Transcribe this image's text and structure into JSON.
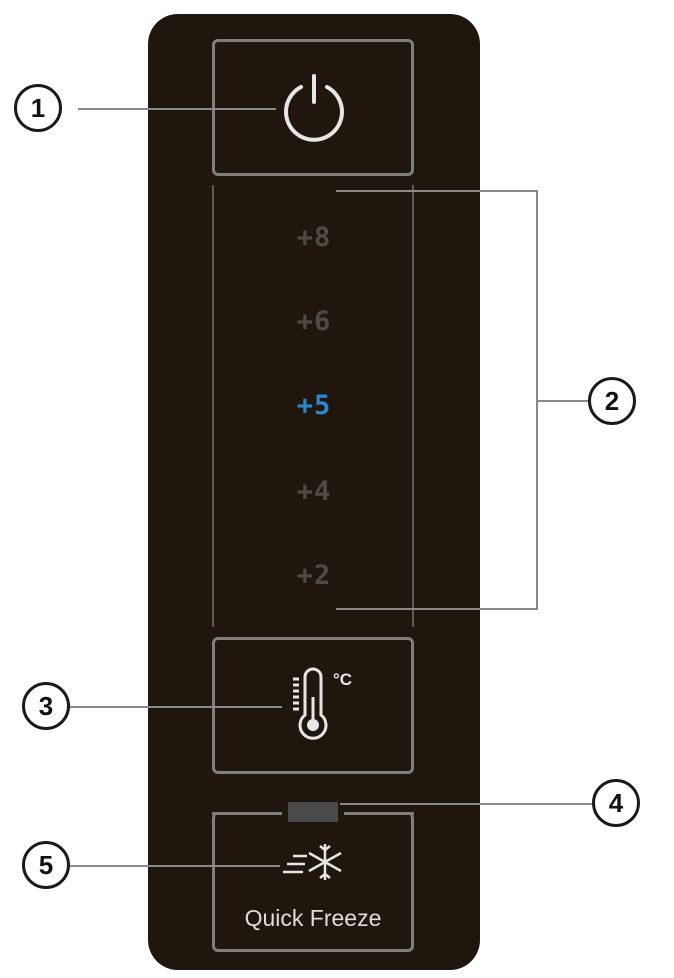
{
  "panel": {
    "temperature_levels": [
      "+8",
      "+6",
      "+5",
      "+4",
      "+2"
    ],
    "active_level": "+5",
    "quick_freeze_label": "Quick Freeze",
    "temp_unit": "°C"
  },
  "callouts": [
    "1",
    "2",
    "3",
    "4",
    "5"
  ],
  "colors": {
    "panel_bg": "#1f170d",
    "active_digit": "#2f84cf",
    "inactive_digit": "#4e4b46",
    "button_border": "#7e7e7e"
  }
}
